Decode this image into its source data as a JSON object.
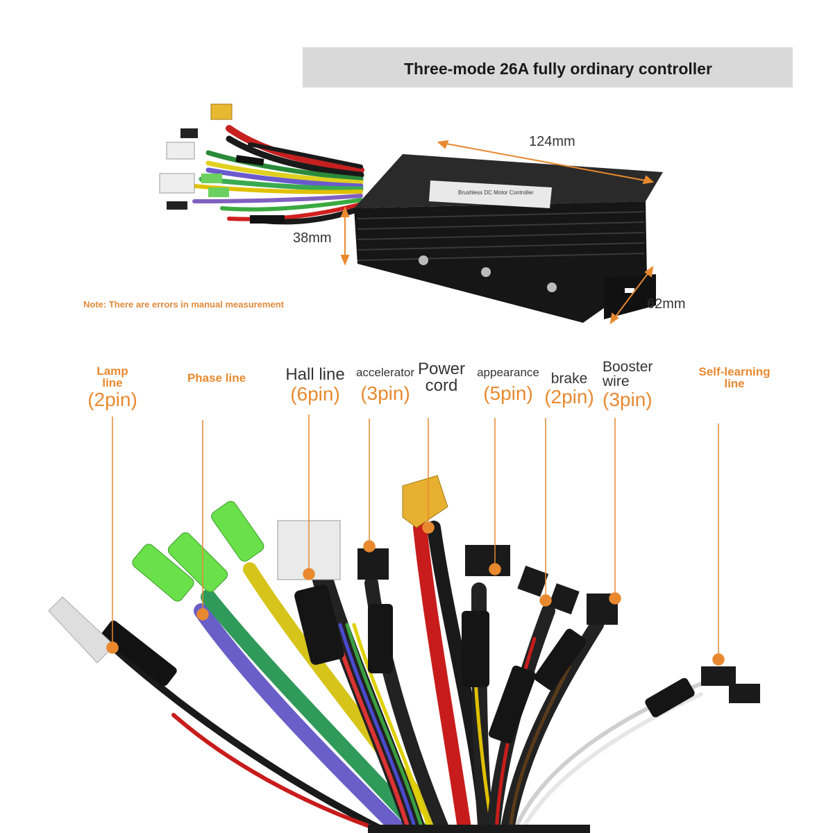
{
  "banner": {
    "title": "Three-mode 26A fully ordinary controller"
  },
  "dimensions": {
    "length": "124mm",
    "height": "38mm",
    "width": "62mm"
  },
  "note": "Note: There are errors in manual measurement",
  "controller_label": {
    "line1": "Brushless DC Motor Controller"
  },
  "labels": [
    {
      "name": "Lamp line",
      "pin": "(2pin)"
    },
    {
      "name": "Phase line",
      "pin": ""
    },
    {
      "name": "Hall line",
      "pin": "(6pin)"
    },
    {
      "name": "accelerator",
      "pin": "(3pin)"
    },
    {
      "name": "Power cord",
      "pin": ""
    },
    {
      "name": "appearance",
      "pin": "(5pin)"
    },
    {
      "name": "brake",
      "pin": "(2pin)"
    },
    {
      "name": "Booster wire",
      "pin": "(3pin)"
    },
    {
      "name": "Self-learning line",
      "pin": ""
    }
  ],
  "colors": {
    "accent": "#e8892f",
    "banner_bg": "#d9d9d9",
    "controller_body": "#1c1c1c"
  }
}
